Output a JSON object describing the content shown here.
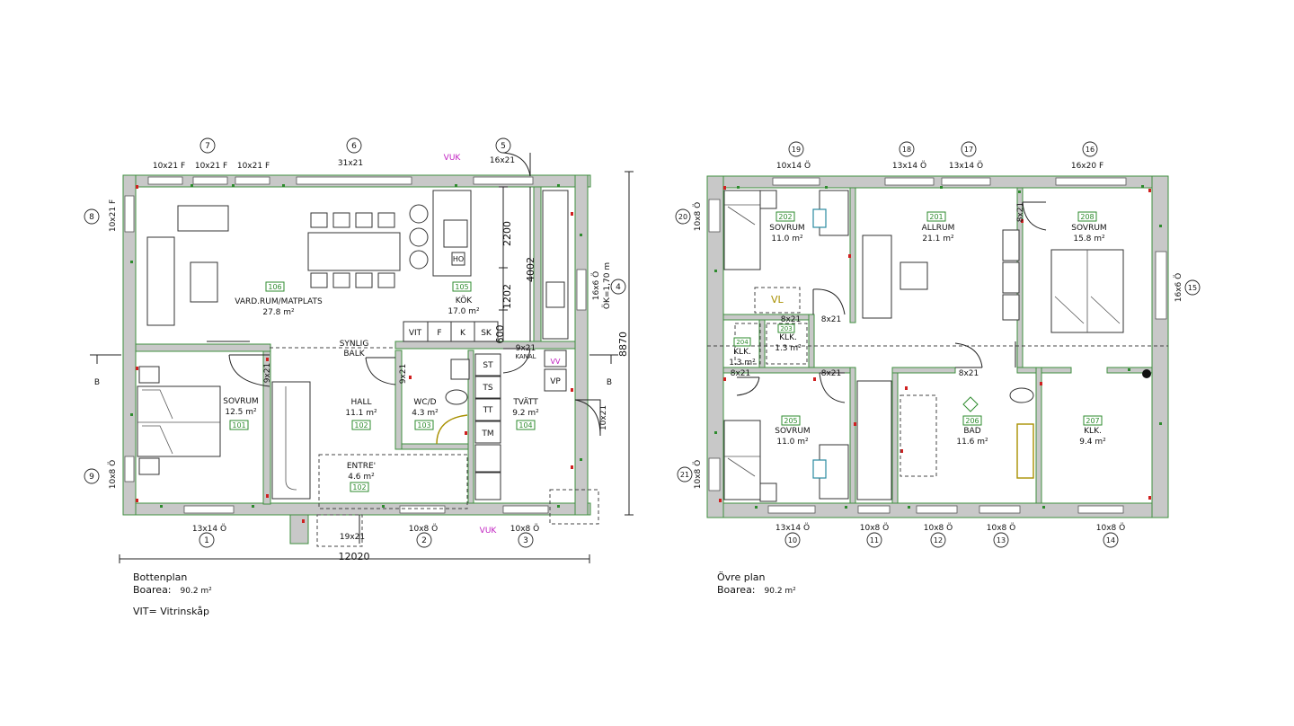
{
  "ground": {
    "caption": "Bottenplan",
    "area_label": "Boarea:",
    "area_value": "90.2 m²",
    "note": "VIT= Vitrinskåp",
    "rooms": [
      {
        "name": "VARD.RUM/MATPLATS",
        "area": "27.8 m²",
        "code": "106"
      },
      {
        "name": "KÖK",
        "area": "17.0 m²",
        "code": "105"
      },
      {
        "name": "SOVRUM",
        "area": "12.5 m²",
        "code": "101"
      },
      {
        "name": "HALL",
        "area": "11.1 m²",
        "code": "102"
      },
      {
        "name": "WC/D",
        "area": "4.3 m²",
        "code": "103"
      },
      {
        "name": "TVÄTT",
        "area": "9.2 m²",
        "code": "104"
      },
      {
        "name": "ENTRE'",
        "area": "4.6 m²",
        "code": "102"
      }
    ],
    "windows": [
      {
        "num": "7",
        "size": "10x21 F"
      },
      {
        "size": "10x21 F"
      },
      {
        "size": "10x21 F"
      },
      {
        "num": "6",
        "size": "31x21"
      },
      {
        "num": "5",
        "size": "16x21"
      },
      {
        "num": "8",
        "size": "10x21 F"
      },
      {
        "num": "9",
        "size": "10x8 Ö"
      },
      {
        "num": "4",
        "size": "16x6 Ö",
        "extra": "ÖK=1,70 m"
      },
      {
        "num": "1",
        "size": "13x14 Ö"
      },
      {
        "num": "2",
        "size": "10x8 Ö"
      },
      {
        "num": "3",
        "size": "10x8 Ö"
      }
    ],
    "doors": [
      "9x21",
      "9x21",
      "9x21",
      "10x21",
      "19x21"
    ],
    "dims": {
      "width": "12020",
      "height": "8870",
      "d1": "2200",
      "d2": "4002",
      "d3": "1202",
      "d4": "600"
    },
    "fixtures": {
      "vit": "VIT",
      "f": "F",
      "k": "K",
      "sk": "SK",
      "st": "ST",
      "ts": "TS",
      "tt": "TT",
      "tm": "TM",
      "vp": "VP",
      "ho": "HO",
      "vv": "VV"
    },
    "labels": {
      "vuk_top": "VUK",
      "vuk_bottom": "VUK",
      "synlig": "SYNLIG",
      "balk": "BALK",
      "kanal": "KANAL",
      "sec_left": "B",
      "sec_right": "B"
    }
  },
  "upper": {
    "caption": "Övre plan",
    "area_label": "Boarea:",
    "area_value": "90.2 m²",
    "rooms": [
      {
        "name": "SOVRUM",
        "area": "11.0 m²",
        "code": "202"
      },
      {
        "name": "ALLRUM",
        "area": "21.1 m²",
        "code": "201"
      },
      {
        "name": "SOVRUM",
        "area": "15.8 m²",
        "code": "208"
      },
      {
        "name": "KLK.",
        "area": "1.3 m²",
        "code": "204"
      },
      {
        "name": "KLK.",
        "area": "1.3 m²",
        "code": "203"
      },
      {
        "name": "SOVRUM",
        "area": "11.0 m²",
        "code": "205"
      },
      {
        "name": "BAD",
        "area": "11.6 m²",
        "code": "206"
      },
      {
        "name": "KLK.",
        "area": "9.4 m²",
        "code": "207"
      }
    ],
    "windows": [
      {
        "num": "19",
        "size": "10x14 Ö"
      },
      {
        "num": "18",
        "size": "13x14 Ö"
      },
      {
        "num": "17",
        "size": "13x14 Ö"
      },
      {
        "num": "16",
        "size": "16x20 F"
      },
      {
        "num": "20",
        "size": "10x8 Ö"
      },
      {
        "num": "21",
        "size": "10x8 Ö"
      },
      {
        "num": "15",
        "size": "16x6 Ö"
      },
      {
        "num": "10",
        "size": "13x14 Ö"
      },
      {
        "num": "11",
        "size": "10x8 Ö"
      },
      {
        "num": "12",
        "size": "10x8 Ö"
      },
      {
        "num": "13",
        "size": "10x8 Ö"
      },
      {
        "num": "14",
        "size": "10x8 Ö"
      }
    ],
    "doors": [
      "8x21",
      "8x21",
      "8x21",
      "8x21",
      "8x21",
      "8x21"
    ],
    "labels": {
      "vl": "VL"
    }
  },
  "colors": {
    "wall": "#c8c8c8",
    "wall_edge": "#3f8f3f",
    "code_box": "#2e8b2e",
    "magenta": "#c020c0",
    "mark": "#d02020",
    "line": "#222222"
  }
}
